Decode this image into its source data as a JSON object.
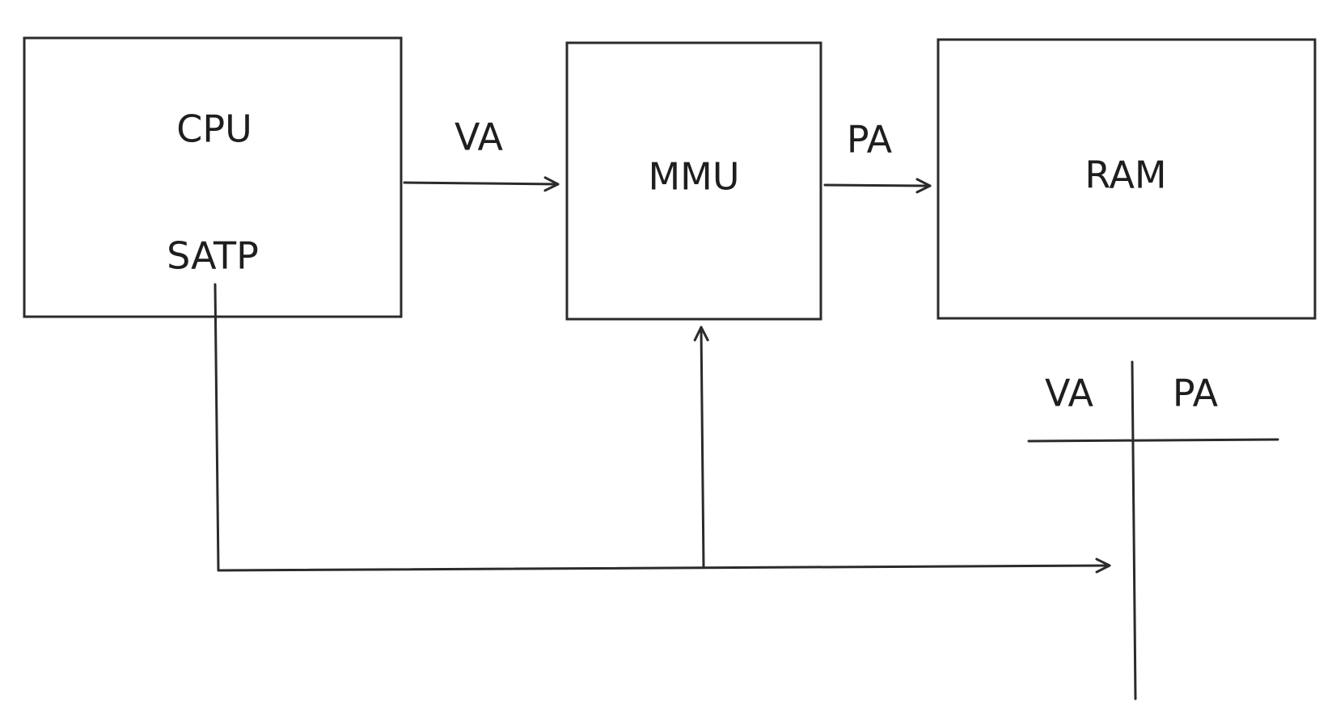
{
  "blocks": {
    "cpu": {
      "label": "CPU",
      "register": "SATP"
    },
    "mmu": {
      "label": "MMU"
    },
    "ram": {
      "label": "RAM"
    }
  },
  "edges": {
    "cpu_to_mmu": "VA",
    "mmu_to_ram": "PA"
  },
  "page_table": {
    "columns": [
      "VA",
      "PA"
    ]
  },
  "stroke_color": "#2b2b2b"
}
